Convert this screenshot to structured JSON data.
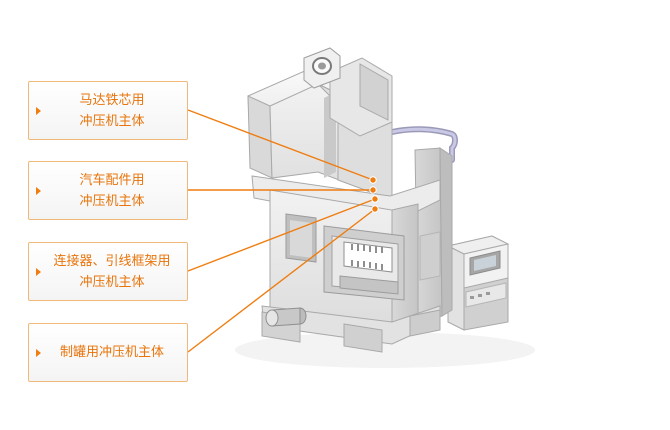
{
  "callouts": [
    {
      "label": "马达铁芯用\n冲压机主体"
    },
    {
      "label": "汽车配件用\n冲压机主体"
    },
    {
      "label": "连接器、引线框架用\n冲压机主体"
    },
    {
      "label": "制罐用冲压机主体"
    }
  ],
  "colors": {
    "accent": "#ef7d10",
    "callout_border": "#f1b979",
    "machine_light": "#eeeeee",
    "machine_mid": "#d6d6d6",
    "machine_dark": "#a9a9a9",
    "cable": "#b6b6d6"
  },
  "icons": [
    "triangle-bullet-icon"
  ]
}
